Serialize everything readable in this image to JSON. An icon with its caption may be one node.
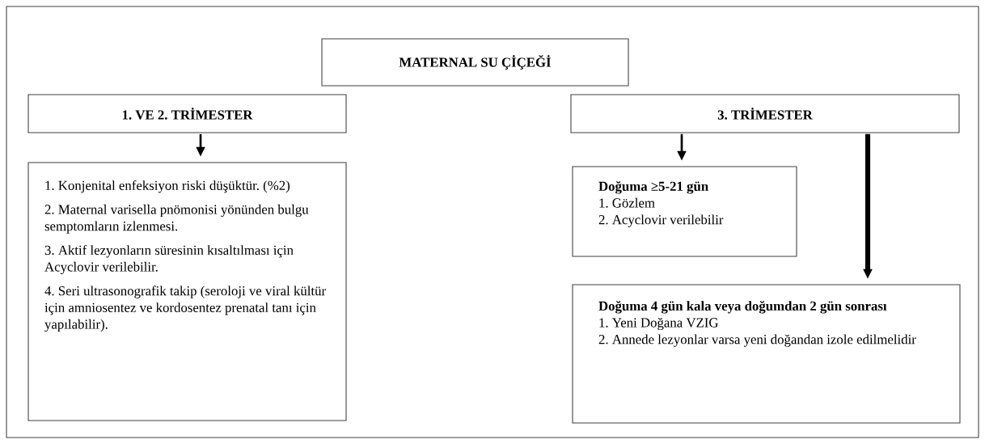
{
  "diagram": {
    "nodes": [
      {
        "text": [
          "MATERNAL SU ÇİÇEĞİ"
        ]
      },
      {
        "text": [
          "1. VE 2. TRİMESTER"
        ]
      },
      {
        "text": [
          "3. TRİMESTER"
        ]
      },
      {
        "text": [
          "1. Konjenital enfeksiyon riski düşüktür. (%2)",
          "2. Maternal varisella pnömonisi yönünden bulgu semptomların izlenmesi.",
          "3. Aktif lezyonların süresinin kısaltılması için Acyclovir verilebilir.",
          "4. Seri ultrasonografik takip (seroloji ve viral kültür için amniosentez ve kordosentez prenatal tanı için yapılabilir)."
        ]
      },
      {
        "text": [
          "Doğuma ≥5-21 gün",
          "1. Gözlem",
          "2. Acyclovir verilebilir"
        ]
      },
      {
        "text": [
          "Doğuma 4 gün kala veya doğumdan 2 gün sonrası",
          "1. Yeni Doğana VZIG",
          "2. Annede lezyonlar varsa yeni doğandan izole edilmelidir"
        ]
      }
    ],
    "edges": [
      {
        "from": 1,
        "to": 3,
        "arrow": "to"
      },
      {
        "from": 2,
        "to": 4,
        "arrow": "to"
      },
      {
        "from": 2,
        "to": 5,
        "arrow": "to",
        "style": "thick"
      }
    ]
  }
}
